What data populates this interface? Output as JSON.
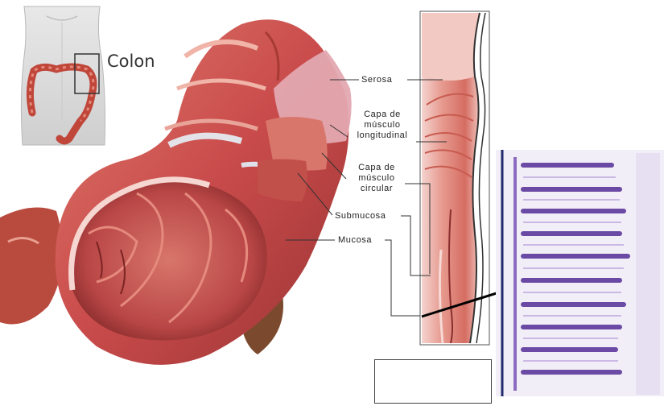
{
  "inset": {
    "organ_label": "Colon"
  },
  "labels": {
    "serosa": "Serosa",
    "longitudinal_muscle": [
      "Capa de",
      "músculo",
      "longitudinal"
    ],
    "circular_muscle": [
      "Capa de",
      "músculo",
      "circular"
    ],
    "submucosa": "Submucosa",
    "mucosa": "Mucosa"
  },
  "answer_box": {
    "text": ""
  },
  "colors": {
    "tissue_red": "#c94b4b",
    "tissue_light": "#e89a8e",
    "tissue_dark": "#8e2b2b",
    "histology_purple": "#7a5bb0",
    "divider_blue": "#1f2a6b"
  }
}
